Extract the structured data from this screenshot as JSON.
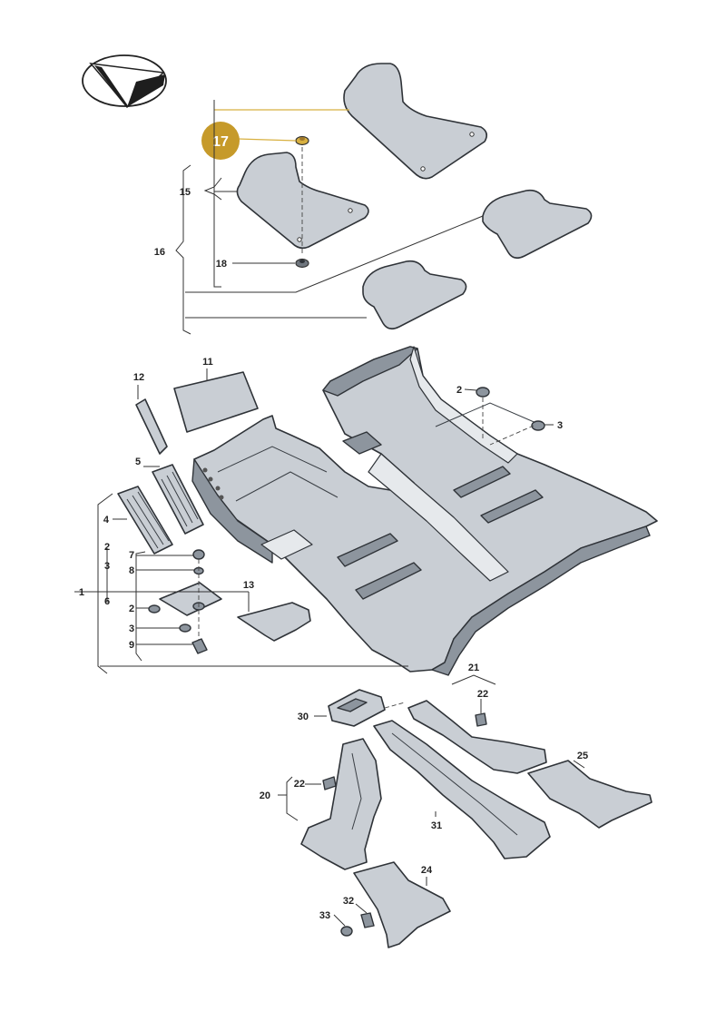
{
  "diagram": {
    "highlight": {
      "label": "17",
      "color": "#c69a2a",
      "line_color": "#d8b040"
    },
    "callouts": {
      "c1": "1",
      "c2a": "2",
      "c2b": "2",
      "c2c": "2",
      "c3a": "3",
      "c3b": "3",
      "c3c": "3",
      "c4": "4",
      "c5": "5",
      "c6": "6",
      "c7": "7",
      "c8": "8",
      "c9": "9",
      "c11": "11",
      "c12": "12",
      "c13": "13",
      "c15": "15",
      "c16": "16",
      "c18": "18",
      "c20": "20",
      "c21": "21",
      "c22a": "22",
      "c22b": "22",
      "c24": "24",
      "c25": "25",
      "c30": "30",
      "c31": "31",
      "c32": "32",
      "c33": "33"
    },
    "logo_icon": "vehicle-brand-emblem-icon"
  }
}
